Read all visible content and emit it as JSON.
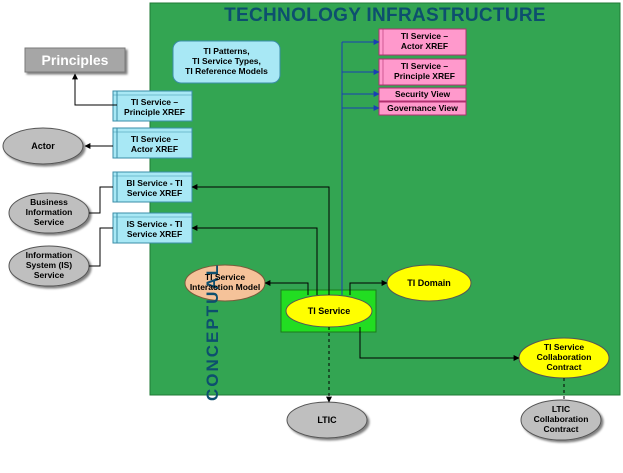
{
  "diagram": {
    "title": "TECHNOLOGY INFRASTRUCTURE",
    "side_label": "CONCEPTUAL",
    "nodes": {
      "principles": "Principles",
      "ti_patterns": "TI Patterns,\nTI Service Types,\nTI Reference Models",
      "ti_service_principle_xref": "TI Service –\nPrinciple XREF",
      "ti_service_actor_xref": "TI Service –\nActor XREF",
      "bi_service_ti_xref": "BI Service - TI\nService XREF",
      "is_service_ti_xref": "IS Service - TI\nService XREF",
      "actor": "Actor",
      "business_information_service": "Business\nInformation\nService",
      "information_system_service": "Information\nSystem (IS)\nService",
      "pink_actor_xref": "TI Service –\nActor XREF",
      "pink_principle_xref": "TI Service –\nPrinciple XREF",
      "security_view": "Security View",
      "governance_view": "Governance View",
      "ti_service_interaction_model": "TI Service\nInteraction Model",
      "ti_service": "TI Service",
      "ti_domain": "TI Domain",
      "ti_service_collaboration_contract": "TI Service\nCollaboration\nContract",
      "ltic": "LTIC",
      "ltic_collaboration_contract": "LTIC\nCollaboration\nContract"
    }
  },
  "colors": {
    "green_area": "#33a552",
    "title_color": "#0d4f6e",
    "xref_cyan": "#a8e8f5",
    "pink": "#ff99cc",
    "yellow": "#ffff00",
    "peach": "#f5c299",
    "gray_ellipse": "#bfbfbf",
    "ti_service_frame": "#22dd22",
    "blue_line": "#1a3fb5"
  }
}
